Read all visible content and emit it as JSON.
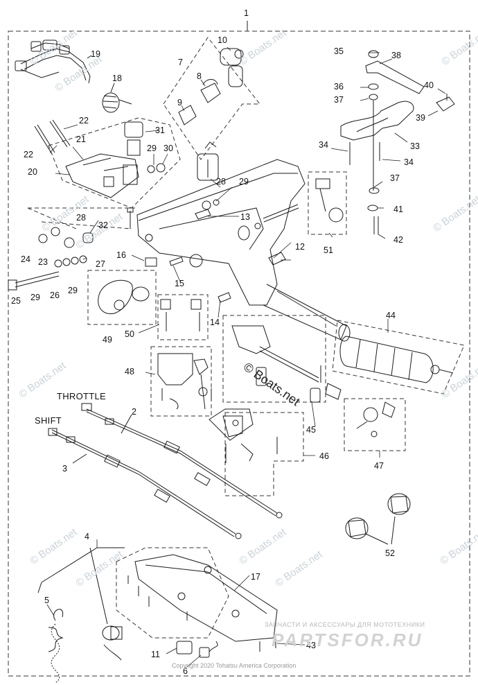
{
  "diagram": {
    "labels": {
      "throttle": "THROTTLE",
      "shift": "SHIFT"
    },
    "callouts": [
      {
        "id": "c1",
        "text": "1"
      },
      {
        "id": "c2",
        "text": "2"
      },
      {
        "id": "c3",
        "text": "3"
      },
      {
        "id": "c4",
        "text": "4"
      },
      {
        "id": "c5",
        "text": "5"
      },
      {
        "id": "c6",
        "text": "6"
      },
      {
        "id": "c7",
        "text": "7"
      },
      {
        "id": "c8",
        "text": "8"
      },
      {
        "id": "c9",
        "text": "9"
      },
      {
        "id": "c10",
        "text": "10"
      },
      {
        "id": "c11",
        "text": "11"
      },
      {
        "id": "c12",
        "text": "12"
      },
      {
        "id": "c13",
        "text": "13"
      },
      {
        "id": "c14",
        "text": "14"
      },
      {
        "id": "c15",
        "text": "15"
      },
      {
        "id": "c16",
        "text": "16"
      },
      {
        "id": "c17",
        "text": "17"
      },
      {
        "id": "c18",
        "text": "18"
      },
      {
        "id": "c19",
        "text": "19"
      },
      {
        "id": "c20",
        "text": "20"
      },
      {
        "id": "c21",
        "text": "21"
      },
      {
        "id": "c22a",
        "text": "22"
      },
      {
        "id": "c22b",
        "text": "22"
      },
      {
        "id": "c23",
        "text": "23"
      },
      {
        "id": "c24",
        "text": "24"
      },
      {
        "id": "c25",
        "text": "25"
      },
      {
        "id": "c26",
        "text": "26"
      },
      {
        "id": "c27",
        "text": "27"
      },
      {
        "id": "c28a",
        "text": "28"
      },
      {
        "id": "c28b",
        "text": "28"
      },
      {
        "id": "c29a",
        "text": "29"
      },
      {
        "id": "c29b",
        "text": "29"
      },
      {
        "id": "c29c",
        "text": "29"
      },
      {
        "id": "c29d",
        "text": "29"
      },
      {
        "id": "c30",
        "text": "30"
      },
      {
        "id": "c31",
        "text": "31"
      },
      {
        "id": "c32",
        "text": "32"
      },
      {
        "id": "c33",
        "text": "33"
      },
      {
        "id": "c34a",
        "text": "34"
      },
      {
        "id": "c34b",
        "text": "34"
      },
      {
        "id": "c35",
        "text": "35"
      },
      {
        "id": "c36",
        "text": "36"
      },
      {
        "id": "c37a",
        "text": "37"
      },
      {
        "id": "c37b",
        "text": "37"
      },
      {
        "id": "c38",
        "text": "38"
      },
      {
        "id": "c39",
        "text": "39"
      },
      {
        "id": "c40",
        "text": "40"
      },
      {
        "id": "c41",
        "text": "41"
      },
      {
        "id": "c42",
        "text": "42"
      },
      {
        "id": "c43",
        "text": "43"
      },
      {
        "id": "c44",
        "text": "44"
      },
      {
        "id": "c45",
        "text": "45"
      },
      {
        "id": "c46",
        "text": "46"
      },
      {
        "id": "c47",
        "text": "47"
      },
      {
        "id": "c48",
        "text": "48"
      },
      {
        "id": "c49",
        "text": "49"
      },
      {
        "id": "c50",
        "text": "50"
      },
      {
        "id": "c51",
        "text": "51"
      },
      {
        "id": "c52",
        "text": "52"
      }
    ]
  },
  "watermark": {
    "text": "© Boats.net",
    "copyright": "Copyright 2020 Tohatsu America Corporation",
    "shop_line": "ЗАПЧАСТИ И АКСЕССУАРЫ ДЛЯ МОТОТЕХНИКИ",
    "shop_logo": "PARTSFOR.RU"
  },
  "colors": {
    "line": "#1a1a1a",
    "dash": "#333333",
    "watermark": "#c9d3da"
  }
}
